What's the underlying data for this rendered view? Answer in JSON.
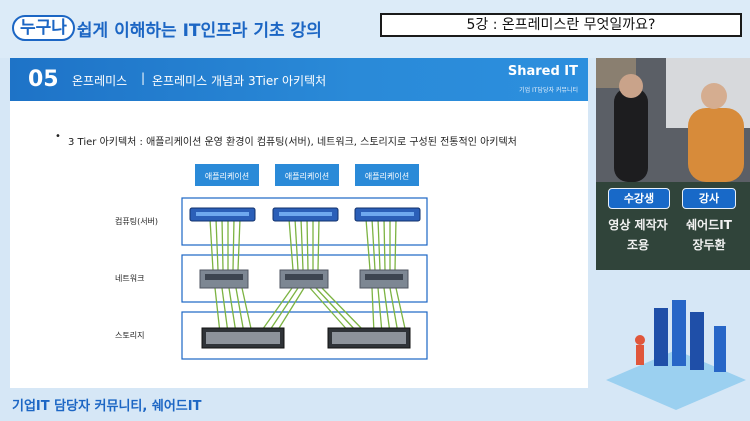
{
  "header": {
    "title_highlight": "누구나",
    "title_rest": "쉽게 이해하는 IT인프라 기초 강의",
    "lecture": "5강 : 온프레미스란 무엇일까요?"
  },
  "slide": {
    "section_number": "05",
    "section_name": "온프레미스",
    "divider": "|",
    "section_sub": "온프레미스 개념과 3Tier 아키텍처",
    "brand": "Shared IT",
    "brand_sub": "기업 IT담당자 커뮤니티",
    "bullet_marker": "•",
    "bullet": "3 Tier 아키텍처 : 애플리케이션 운영 환경이 컴퓨팅(서버), 네트워크, 스토리지로 구성된 전통적인 아키텍처",
    "diagram": {
      "apps": [
        "애플리케이션",
        "애플리케이션",
        "애플리케이션"
      ],
      "row_labels": [
        "컴퓨팅(서버)",
        "네트워크",
        "스토리지"
      ]
    }
  },
  "side_panel": {
    "roles": [
      {
        "badge": "수강생",
        "line1": "영상 제작자",
        "line2": "조용"
      },
      {
        "badge": "강사",
        "line1": "쉐어드IT",
        "line2": "장두환"
      }
    ]
  },
  "footer": {
    "text": "기업IT 담당자 커뮤니티, 쉐어드IT"
  },
  "colors": {
    "accent": "#1c66c4",
    "app_box": "#2a8ad8",
    "tier_border": "#1c66c4",
    "link_line": "#7cb342"
  }
}
